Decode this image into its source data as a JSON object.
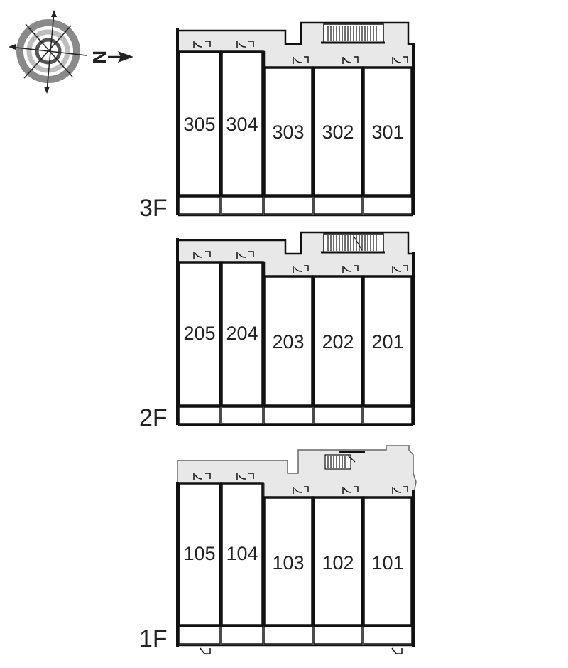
{
  "compass": {
    "north_label": "N"
  },
  "floors": [
    {
      "label": "3F",
      "units": [
        "305",
        "304",
        "303",
        "302",
        "301"
      ]
    },
    {
      "label": "2F",
      "units": [
        "205",
        "204",
        "203",
        "202",
        "201"
      ]
    },
    {
      "label": "1F",
      "units": [
        "105",
        "104",
        "103",
        "102",
        "101"
      ]
    }
  ]
}
